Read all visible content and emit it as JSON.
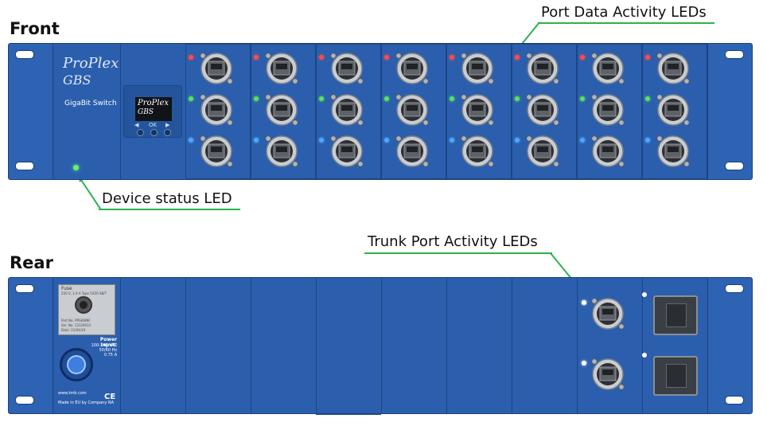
{
  "labels": {
    "front": "Front",
    "rear": "Rear",
    "port_data_leds": "Port Data Activity LEDs",
    "device_status_led": "Device status LED",
    "trunk_port_leds": "Trunk Port  Activity LEDs"
  },
  "front_panel": {
    "brand_line1": "ProPlex",
    "brand_line2": "GBS",
    "product": "GigaBit Switch",
    "display_line1": "ProPlex",
    "display_line2": "GBS",
    "display_ok": "OK",
    "led_colors": [
      "#ff4a4a",
      "#59e05a",
      "#4aa8ff"
    ],
    "status_led_color": "#6cf06c"
  },
  "rear_panel": {
    "label_title": "Fuse",
    "label_fuse": "250 V, 1.0 A Type 5X20 SB/T",
    "label_part": "Part No.  PPGBSINF",
    "label_ser": "Ser. No.  13120013",
    "label_date": "Date:   21/04/10",
    "power_title": "Power Input:",
    "power_v": "100-240 VAC",
    "power_hz": "50/60 Hz",
    "power_a": "0.75 A",
    "website": "www.tmb.com",
    "made_in": "Made in EU by Company NA",
    "ce": "CE"
  },
  "colors": {
    "panel_blue": "#2b5fad",
    "leader_green": "#2bb24c"
  }
}
